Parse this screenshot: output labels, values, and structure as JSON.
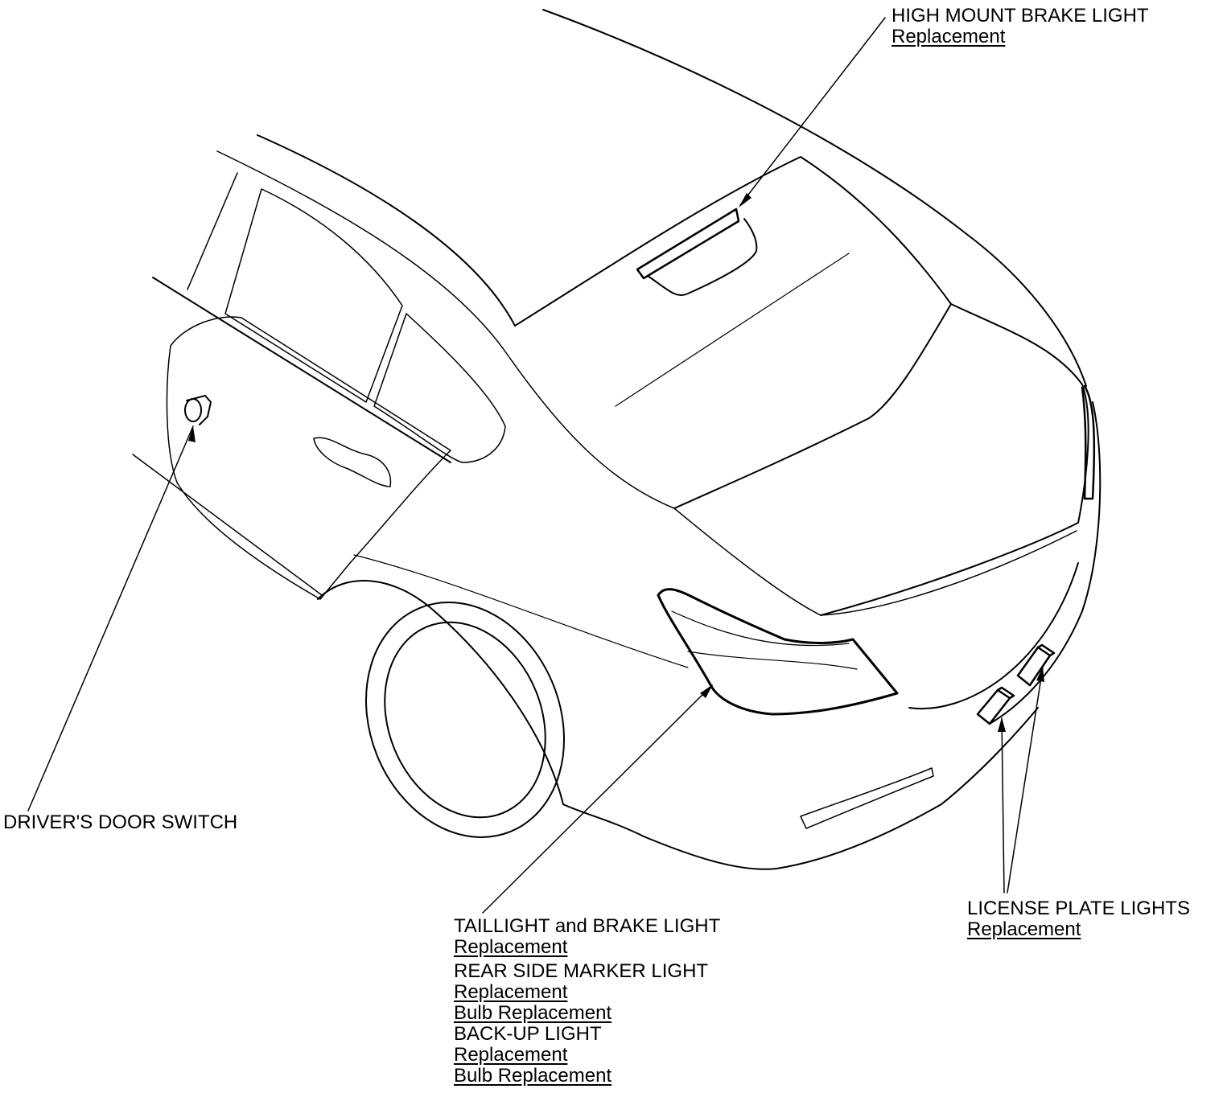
{
  "callouts": {
    "high_mount_brake_light": {
      "title": "HIGH MOUNT BRAKE LIGHT",
      "links": [
        "Replacement"
      ]
    },
    "drivers_door_switch": {
      "title": "DRIVER'S DOOR SWITCH"
    },
    "taillight_group": {
      "taillight_title": "TAILLIGHT and BRAKE LIGHT",
      "taillight_link": "Replacement",
      "side_marker_title": "REAR SIDE MARKER LIGHT",
      "side_marker_link_1": "Replacement",
      "side_marker_link_2": "Bulb Replacement",
      "backup_title": "BACK-UP LIGHT",
      "backup_link_1": "Replacement",
      "backup_link_2": "Bulb Replacement"
    },
    "license_plate_lights": {
      "title": "LICENSE PLATE LIGHTS",
      "links": [
        "Replacement"
      ]
    }
  },
  "colors": {
    "line": "#000000",
    "background": "#ffffff"
  }
}
